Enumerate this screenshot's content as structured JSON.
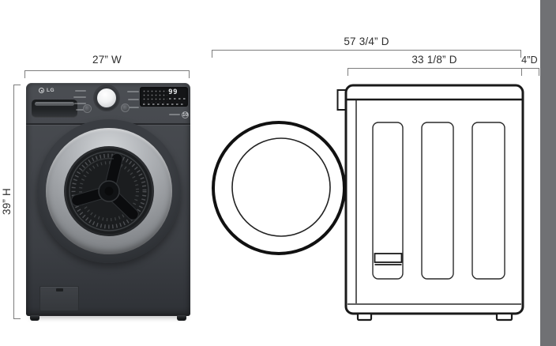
{
  "front_view": {
    "width_label": "27” W",
    "height_label": "39” H",
    "washer": {
      "brand": "LG",
      "display_value": "99",
      "badge_value": "10"
    }
  },
  "side_view": {
    "total_depth_label": "57 3/4” D",
    "cabinet_depth_label": "33 1/8” D",
    "wall_clearance_label": "4”D"
  },
  "colors": {
    "wall": "#707174",
    "washer_body": "#43464b",
    "door_silver": "#a8abaf",
    "drum": "#1b1d1f",
    "line_art": "#1a1a1a",
    "dimension_line": "#7d7d7d",
    "dimension_text": "#2d2d2d"
  }
}
